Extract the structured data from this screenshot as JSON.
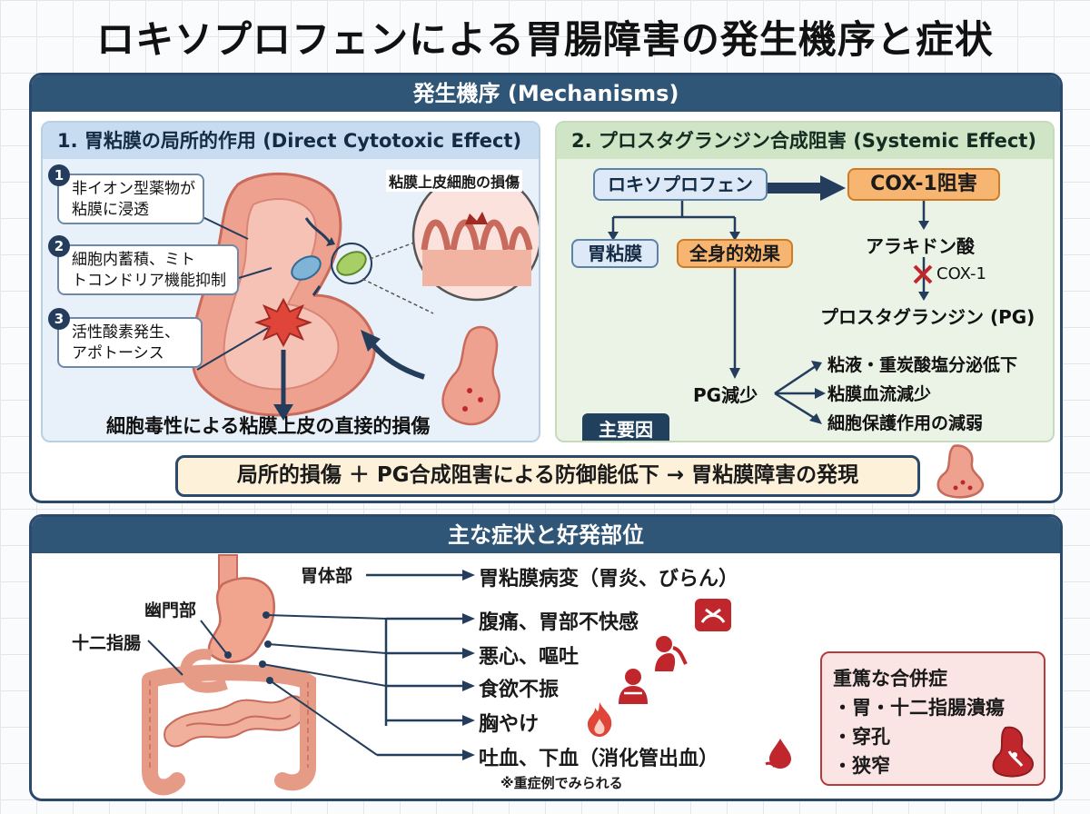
{
  "title": "ロキソプロフェンによる胃腸障害の発生機序と症状",
  "mechanisms": {
    "header": "発生機序 (Mechanisms)",
    "local": {
      "heading": "1. 胃粘膜の局所的作用 (Direct Cytotoxic Effect)",
      "steps": [
        {
          "num": "1",
          "line1": "非イオン型薬物が",
          "line2": "粘膜に浸透"
        },
        {
          "num": "2",
          "line1": "細胞内蓄積、ミト",
          "line2": "トコンドリア機能抑制"
        },
        {
          "num": "3",
          "line1": "活性酸素発生、",
          "line2": "アポトーシス"
        }
      ],
      "zoom_label": "粘膜上皮細胞の損傷",
      "conclusion": "細胞毒性による粘膜上皮の直接的損傷"
    },
    "systemic": {
      "heading": "2. プロスタグランジン合成阻害 (Systemic Effect)",
      "drug": "ロキソプロフェン",
      "cox_inhibition": "COX-1阻害",
      "branch_left": "胃粘膜",
      "branch_right": "全身的効果",
      "arachidonic": "アラキドン酸",
      "cox_label": "COX-1",
      "pg": "プロスタグランジン (PG)",
      "pg_decrease": "PG減少",
      "effects": [
        "粘液・重炭酸塩分泌低下",
        "粘膜血流減少",
        "細胞保護作用の減弱"
      ],
      "main_cause": "主要因"
    },
    "summary": "局所的損傷 ＋ PG合成阻害による防御能低下 → 胃粘膜障害の発現"
  },
  "symptoms": {
    "header": "主な症状と好発部位",
    "sites": {
      "body": "胃体部",
      "pylorus": "幽門部",
      "duodenum": "十二指腸"
    },
    "items": [
      {
        "label": "胃粘膜病変（胃炎、びらん）",
        "icon": "none"
      },
      {
        "label": "腹痛、胃部不快感",
        "icon": "abdominal-pain-icon"
      },
      {
        "label": "悪心、嘔吐",
        "icon": "vomiting-icon"
      },
      {
        "label": "食欲不振",
        "icon": "appetite-loss-icon"
      },
      {
        "label": "胸やけ",
        "icon": "fire-icon"
      },
      {
        "label": "吐血、下血（消化管出血）",
        "icon": "blood-drop-icon"
      }
    ],
    "note": "※重症例でみられる",
    "complications": {
      "heading": "重篤な合併症",
      "items": [
        "・胃・十二指腸潰瘍",
        "・穿孔",
        "・狭窄"
      ]
    }
  },
  "colors": {
    "navy": "#2f5577",
    "orange": "#f6b570",
    "red": "#c0272d",
    "stomach": "#e9a08c"
  }
}
